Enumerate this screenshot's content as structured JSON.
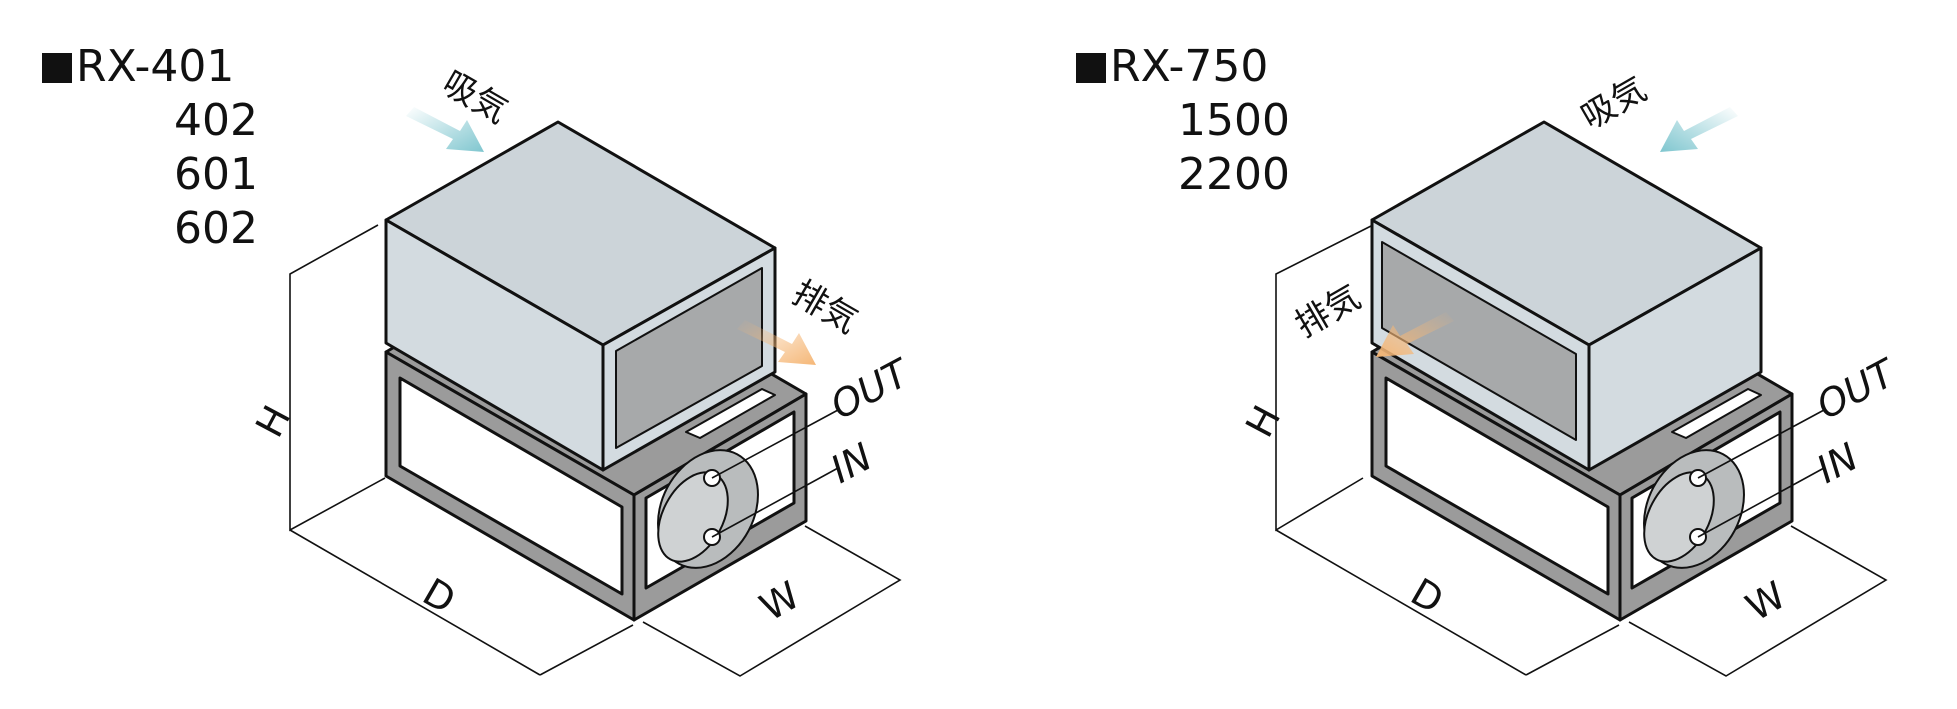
{
  "diagrams": [
    {
      "models": [
        "RX-401",
        "402",
        "601",
        "602"
      ],
      "labels": {
        "intake": "吸気",
        "exhaust": "排気",
        "out": "OUT",
        "in": "IN",
        "height": "H",
        "depth": "D",
        "width": "W"
      }
    },
    {
      "models": [
        "RX-750",
        "1500",
        "2200"
      ],
      "labels": {
        "intake": "吸気",
        "exhaust": "排気",
        "out": "OUT",
        "in": "IN",
        "height": "H",
        "depth": "D",
        "width": "W"
      }
    }
  ],
  "colors": {
    "outline": "#111111",
    "frame": "#9b9b9b",
    "cabinet_side": "#d3dbe0",
    "cabinet_top": "#ccd4d9",
    "panel_dark": "#a7a9aa",
    "intake_arrow": "#7fc6cf",
    "exhaust_arrow": "#f5b777"
  }
}
